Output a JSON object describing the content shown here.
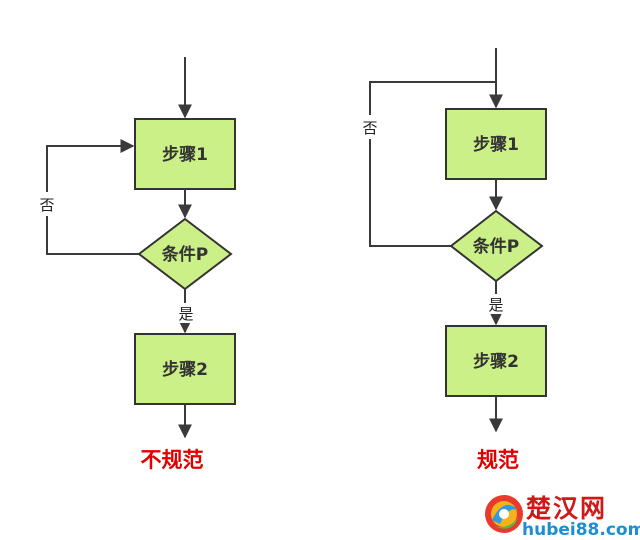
{
  "left": {
    "step1": "步骤1",
    "condition": "条件P",
    "step2": "步骤2",
    "no_label": "否",
    "yes_label": "是",
    "caption": "不规范"
  },
  "right": {
    "step1": "步骤1",
    "condition": "条件P",
    "step2": "步骤2",
    "no_label": "否",
    "yes_label": "是",
    "caption": "规范"
  },
  "watermark": {
    "name": "楚汉网",
    "url": "hubei88.com"
  },
  "colors": {
    "box_fill": "#ccf088",
    "caption": "#e00000",
    "line": "#3a3a3a"
  }
}
